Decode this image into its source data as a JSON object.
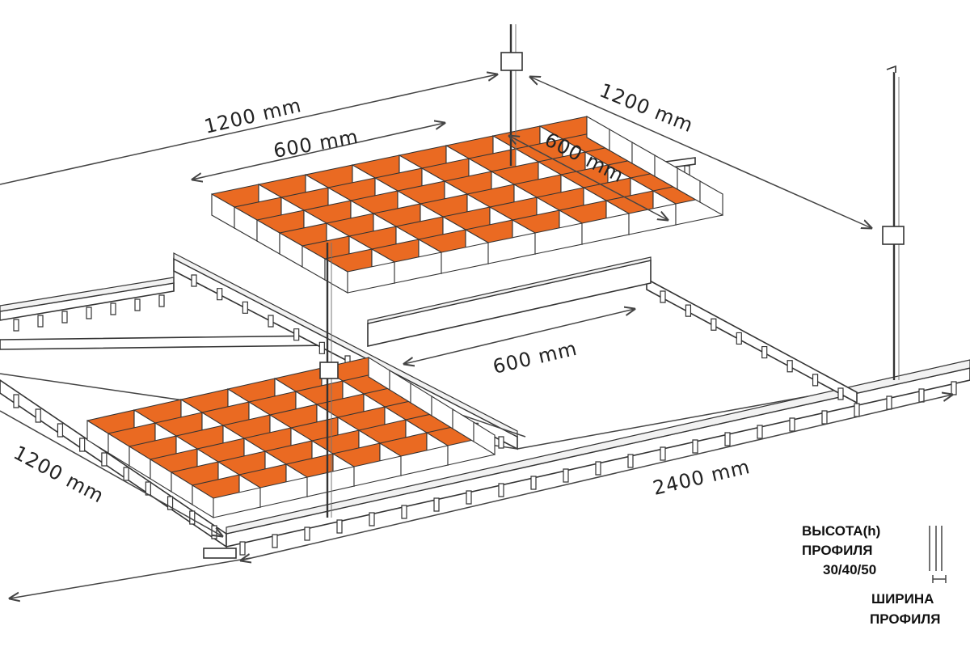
{
  "colors": {
    "panel_fill": "#ea6a22",
    "line": "#333333",
    "background": "#ffffff"
  },
  "dimensions": {
    "top_left_1200": "1200 mm",
    "top_600": "600 mm",
    "top_right_1200": "1200 mm",
    "right_600": "600 mm",
    "center_600": "600 mm",
    "left_1200": "1200 mm",
    "bottom_2400": "2400 mm"
  },
  "legend": {
    "height_line1": "ВЫСОТА(h)",
    "height_line2": "ПРОФИЛЯ",
    "height_values": "30/40/50",
    "width_line1": "ШИРИНА",
    "width_line2": "ПРОФИЛЯ"
  }
}
